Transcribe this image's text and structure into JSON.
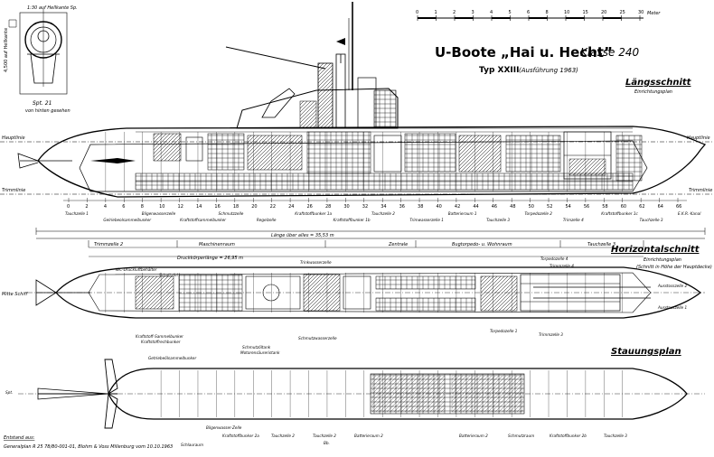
{
  "title": {
    "main": "U-Boote „Hai u. Hecht”",
    "klasse": "Klasse 240",
    "typ": "Typ XXIII",
    "ausfuehrung": "(Ausführung 1963)"
  },
  "scale_bar": {
    "ticks": [
      "0",
      "1",
      "2",
      "3",
      "4",
      "5",
      "6",
      "8",
      "10",
      "15",
      "20",
      "25",
      "30"
    ],
    "unit": "Meter"
  },
  "inset": {
    "top_label": "1:30 auf Hellkante Sp.",
    "title": "Spt. 21",
    "subtitle": "von hinten gesehen",
    "side_label": "4,500 auf Hellkante"
  },
  "sections": {
    "laengsschnitt": "Längsschnitt",
    "laengsschnitt_sub": "Einrichtungsplan",
    "horizontalschnitt": "Horizontalschnitt",
    "horizontalschnitt_sub": "Einrichtungsplan",
    "horizontalschnitt_note": "(Schnitt in Höhe der Hauptdecke)",
    "stauungsplan": "Stauungsplan"
  },
  "side_labels": {
    "hauptlinie": "Hauptlinie",
    "trimmlinie": "Trimmlinie",
    "mitte_schiff": "Mitte Schiff"
  },
  "frame_numbers": [
    "0",
    "2",
    "4",
    "6",
    "8",
    "10",
    "12",
    "14",
    "16",
    "18",
    "20",
    "22",
    "24",
    "26",
    "28",
    "30",
    "32",
    "34",
    "36",
    "38",
    "40",
    "42",
    "44",
    "46",
    "48",
    "50",
    "52",
    "54",
    "56",
    "58",
    "60",
    "62",
    "64",
    "66"
  ],
  "laengs_labels": [
    "Tauchzelle 1",
    "Gelriebeolsammelbunker",
    "Bilgenwasserzelle",
    "Kraftstoffsammelbunker",
    "Schmutzzelle",
    "Regelzelle",
    "Kraftstoffbunker 1a",
    "Kraftstoffbunker 1b",
    "Tauchzelle 2",
    "Trimwasserzelle 1",
    "Batterieraum 1",
    "Tauchzelle 3",
    "Torpedozelle 2",
    "Trimzelle 4",
    "Kraftstoffbunker 1c",
    "Tauchzelle 3",
    "E.K.R.-Kanal"
  ],
  "laenge_label": "Länge über alles = 35,53 m",
  "compartments": [
    "Trimmzelle 2",
    "Maschinenraum",
    "Zentrale",
    "Bugtorpedo- u. Wohnraum",
    "Tauchzelle 3"
  ],
  "druckkoerper_label": "Druckkörperlänge = 26,95 m",
  "horiz_labels": [
    "WC-Druckluftbehälter",
    "Schaltafel",
    "Trinkwasserzelle",
    "Torpedozelle 4",
    "Trimmzelle 4",
    "Kraftstoff-Sammelbunker",
    "Kraftstoffrechbunker",
    "Schmutzöltank",
    "Motorensäureristank",
    "Schmutzwasserzelle",
    "Torpedozelle 1",
    "Trimmzelle 3",
    "Ausstosszelle 2",
    "Ausstosszelle 1"
  ],
  "stauung_labels": [
    "Getriebeölsammelbunker",
    "Bilgenwasser-Zelle",
    "Kraftstoffbunker 2a",
    "Tauchzelle 2",
    "Tauchzelle 2",
    "Batterieraum 2",
    "Batterieraum 2",
    "Schmutzraum",
    "Kraftstoffbunker 2b",
    "Tauchzelle 3",
    "Schlauraum",
    "Spt.",
    "Bb."
  ],
  "footer": {
    "line1": "Entstand aus:",
    "line2": "Generalplan  R 25 78/80-001-01, Blohm & Voss Millenburg vom 10.10.1963"
  },
  "colors": {
    "ink": "#000000",
    "paper": "#ffffff"
  }
}
